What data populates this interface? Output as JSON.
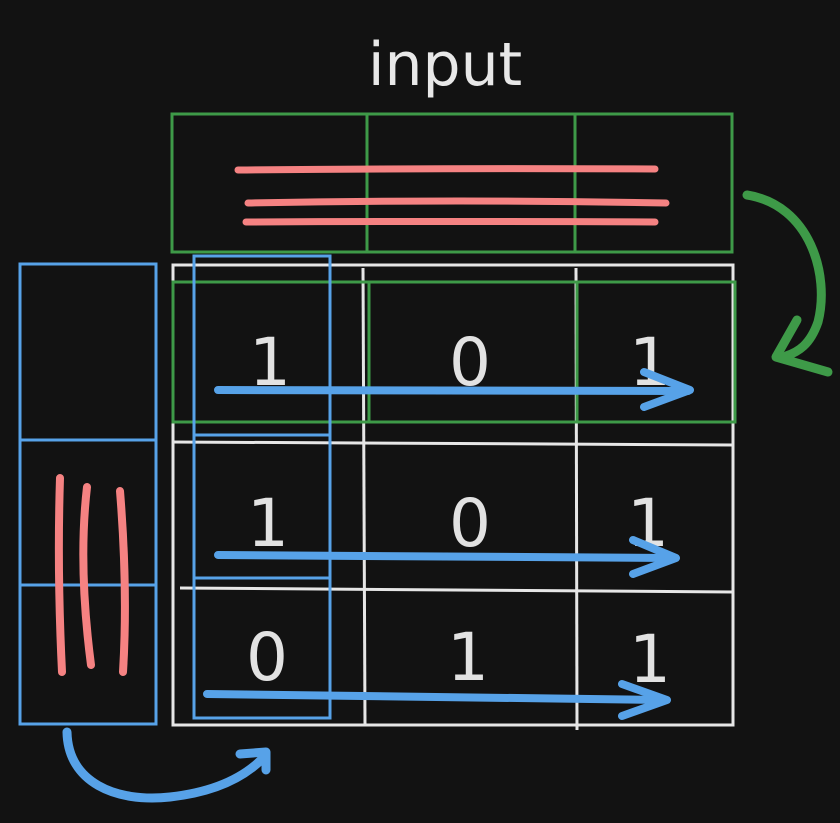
{
  "title": "input",
  "matrix": [
    [
      "1",
      "0",
      "1"
    ],
    [
      "1",
      "0",
      "1"
    ],
    [
      "0",
      "1",
      "1"
    ]
  ],
  "colors": {
    "background": "#121212",
    "grid": "#e6e6e6",
    "green": "#3e9a48",
    "blue": "#57a2e8",
    "red": "#f58282",
    "text": "#e2e2e2"
  }
}
